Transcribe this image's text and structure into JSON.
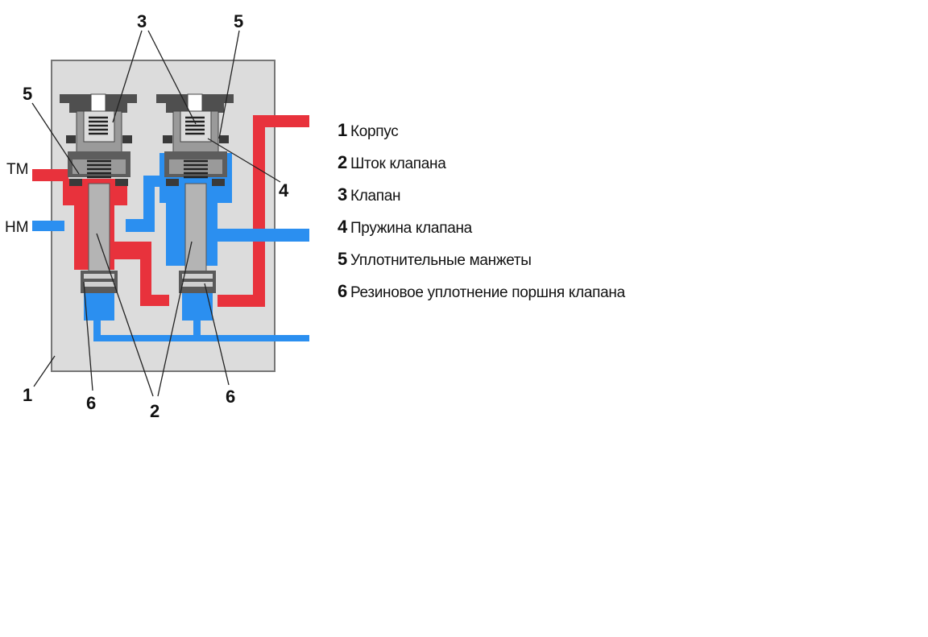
{
  "ports": {
    "tm": "ТМ",
    "nm": "НМ"
  },
  "callouts": {
    "c3": "3",
    "c5_left": "5",
    "c5_right": "5",
    "c4": "4",
    "c1": "1",
    "c6_left": "6",
    "c6_right": "6",
    "c2": "2"
  },
  "legend": [
    {
      "num": "1",
      "text": "Корпус"
    },
    {
      "num": "2",
      "text": "Шток клапана"
    },
    {
      "num": "3",
      "text": "Клапан"
    },
    {
      "num": "4",
      "text": "Пружина клапана"
    },
    {
      "num": "5",
      "text": "Уплотнительные манжеты"
    },
    {
      "num": "6",
      "text": "Резиновое уплотнение поршня клапана"
    }
  ],
  "colors": {
    "pressure_line": "#e8323c",
    "supply_line": "#2b8ff0",
    "body": "#dcdcdc",
    "body_outline": "#777777",
    "metal": "#9a9a9a",
    "dark_metal": "#4f4f4f",
    "seal": "#3a3a3a"
  }
}
